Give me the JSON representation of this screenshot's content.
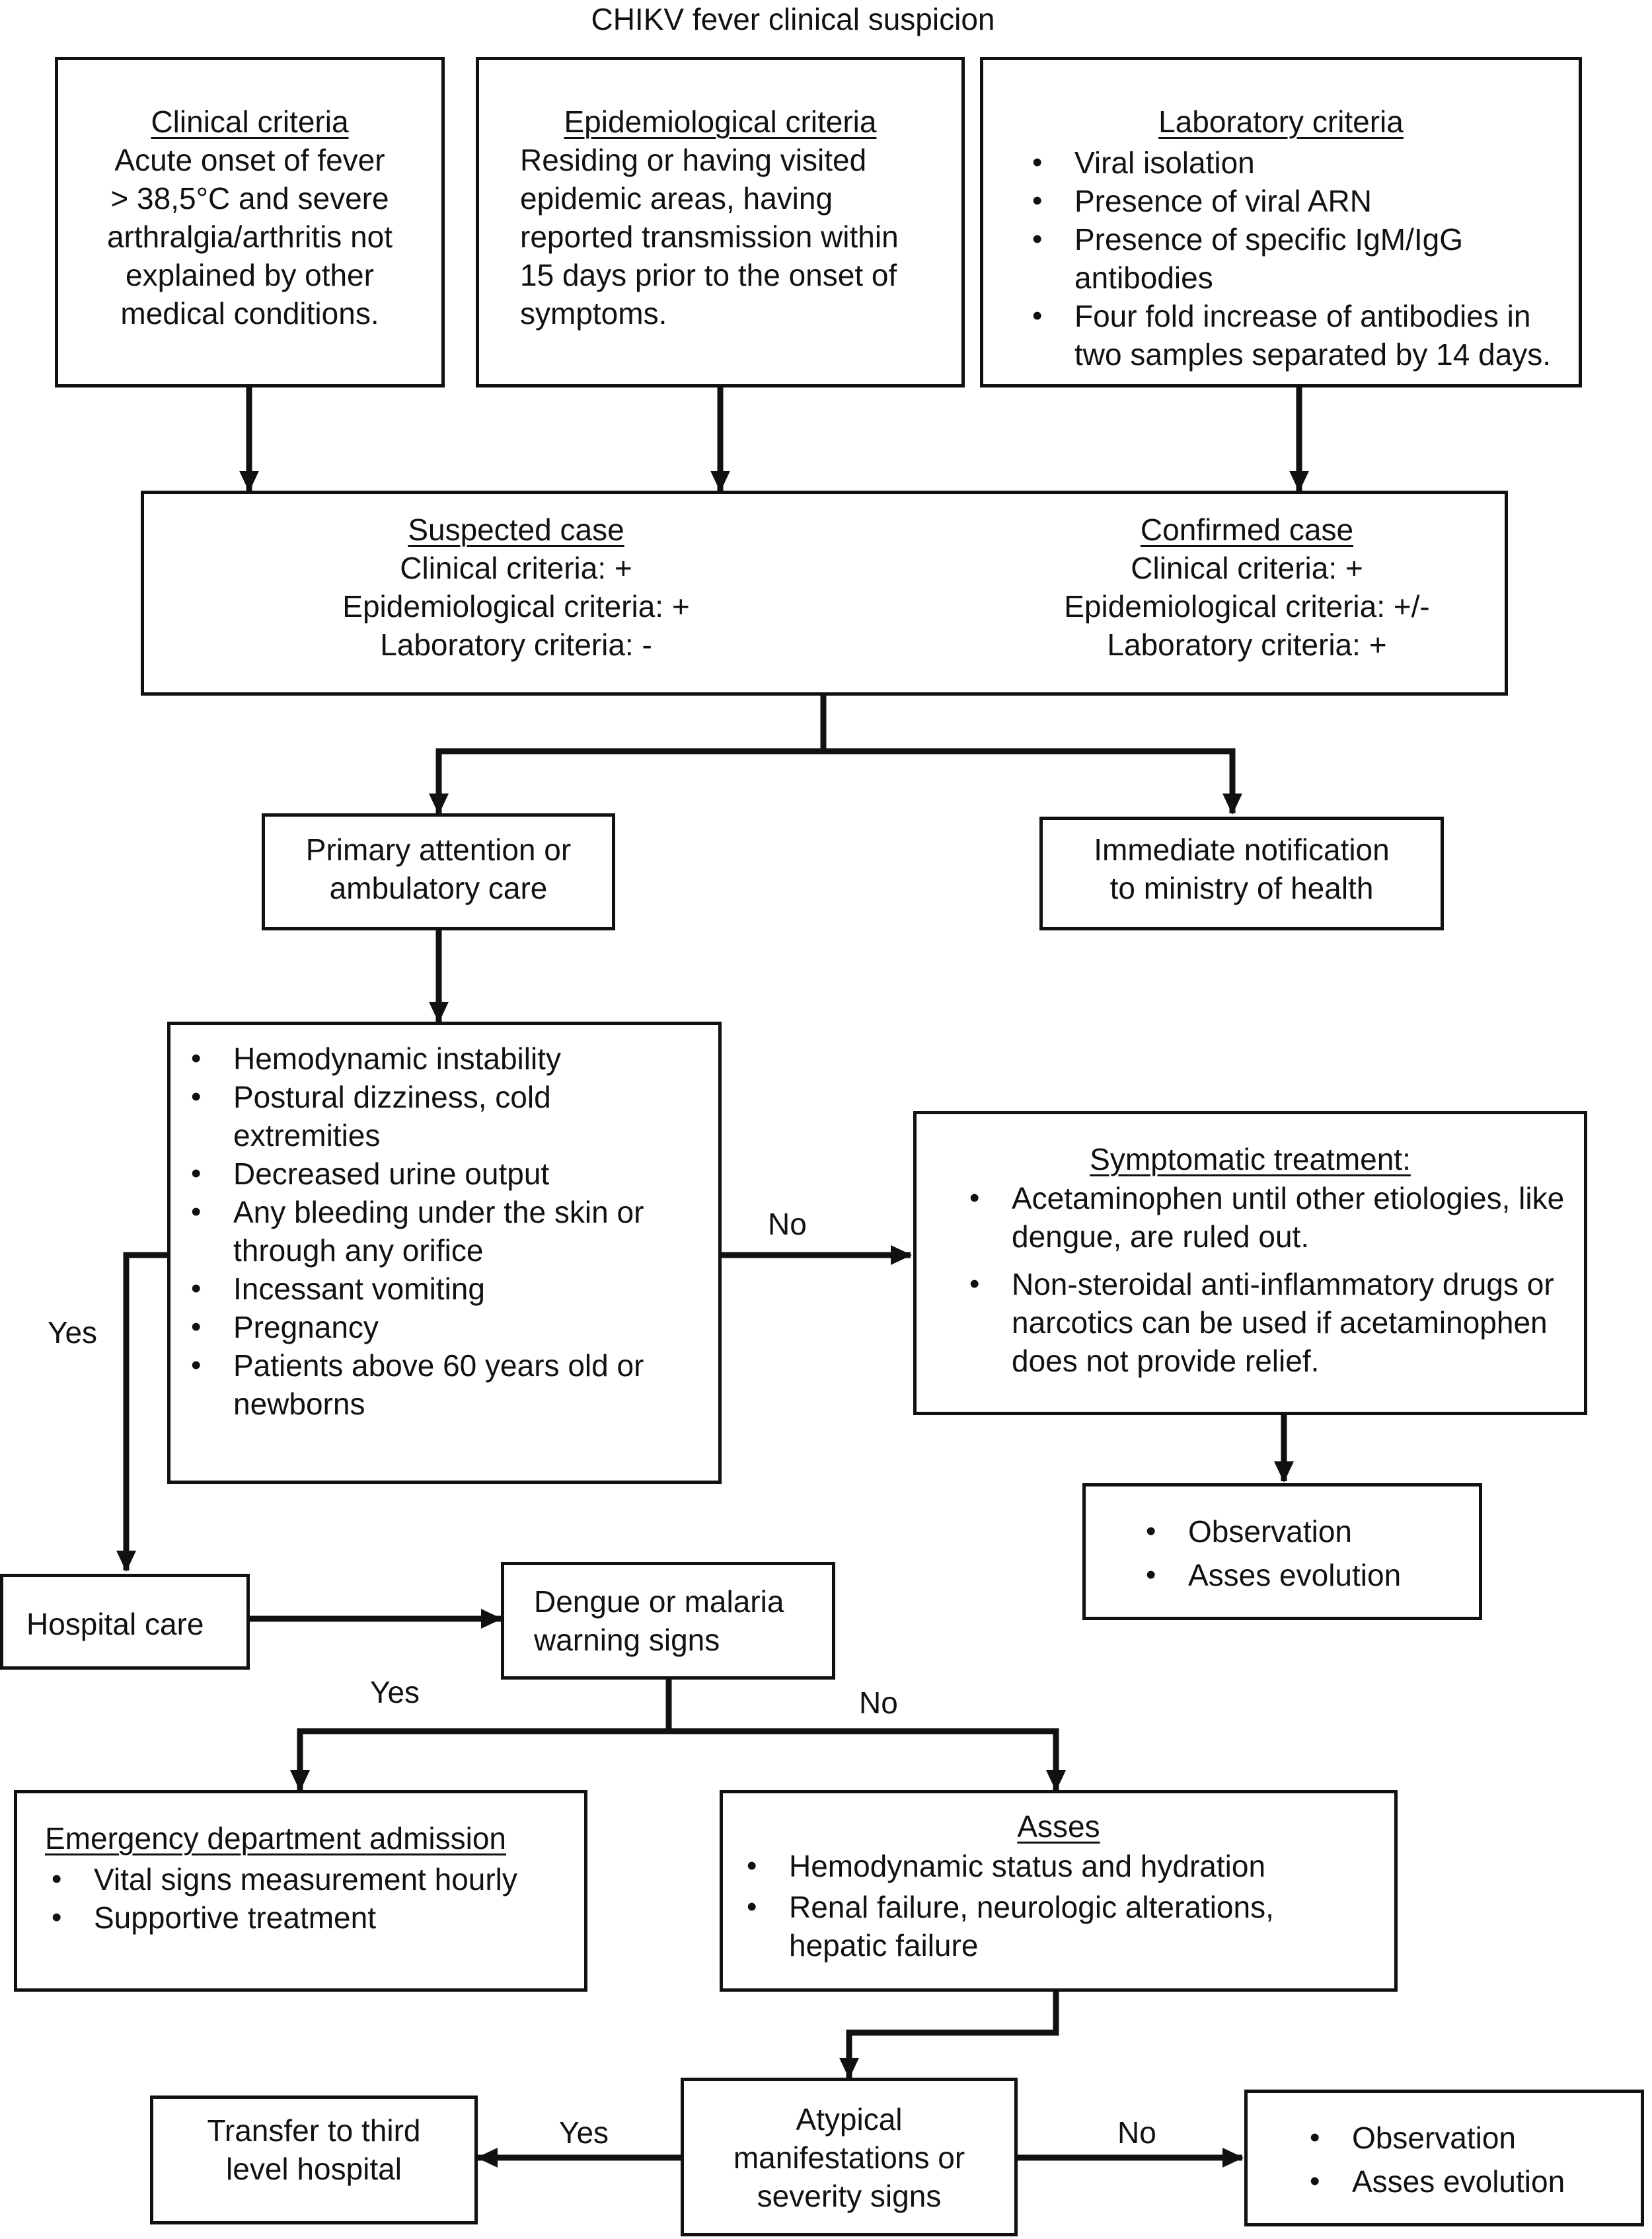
{
  "title": "CHIKV fever clinical suspicion",
  "criteria": {
    "clinical": {
      "heading": "Clinical criteria",
      "lines": [
        "Acute onset of fever",
        "> 38,5°C and severe",
        "arthralgia/arthritis not",
        "explained by other",
        "medical conditions."
      ]
    },
    "epidemiological": {
      "heading": "Epidemiological criteria",
      "lines": [
        "Residing or having visited",
        "epidemic areas, having",
        "reported transmission within",
        "15 days prior to the onset of",
        "symptoms."
      ]
    },
    "laboratory": {
      "heading": "Laboratory criteria",
      "items": [
        [
          "Viral isolation"
        ],
        [
          "Presence of viral ARN"
        ],
        [
          "Presence of specific IgM/IgG",
          "antibodies"
        ],
        [
          "Four fold increase of antibodies in",
          "two samples separated by 14 days."
        ]
      ]
    }
  },
  "case": {
    "suspected": {
      "heading": "Suspected case",
      "lines": [
        "Clinical criteria: +",
        "Epidemiological criteria: +",
        "Laboratory criteria: -"
      ]
    },
    "confirmed": {
      "heading": "Confirmed case",
      "lines": [
        "Clinical criteria: +",
        "Epidemiological criteria: +/-",
        "Laboratory criteria: +"
      ]
    }
  },
  "primary_attention": [
    "Primary attention or",
    "ambulatory care"
  ],
  "notification": [
    "Immediate notification",
    "to ministry of health"
  ],
  "warning_list": [
    [
      "Hemodynamic instability"
    ],
    [
      "Postural dizziness, cold",
      "extremities"
    ],
    [
      "Decreased urine output"
    ],
    [
      "Any bleeding under the skin or",
      "through any orifice"
    ],
    [
      "Incessant vomiting"
    ],
    [
      "Pregnancy"
    ],
    [
      "Patients above 60 years old or",
      "newborns"
    ]
  ],
  "symptomatic": {
    "heading": "Symptomatic treatment:",
    "items": [
      [
        "Acetaminophen until other etiologies, like",
        "dengue, are ruled out."
      ],
      [
        "Non-steroidal anti-inflammatory drugs or",
        "narcotics can be used if acetaminophen",
        "does not provide relief."
      ]
    ]
  },
  "observation_1": [
    "Observation",
    "Asses evolution"
  ],
  "hospital_care": "Hospital care",
  "dengue_malaria": [
    "Dengue or malaria",
    "warning signs"
  ],
  "emergency": {
    "heading": "Emergency department admission",
    "items": [
      "Vital signs measurement hourly",
      "Supportive treatment"
    ]
  },
  "asses": {
    "heading": "Asses",
    "items": [
      [
        "Hemodynamic status and hydration"
      ],
      [
        "Renal failure, neurologic alterations,",
        "hepatic failure"
      ]
    ]
  },
  "atypical": [
    "Atypical",
    "manifestations or",
    "severity signs"
  ],
  "transfer": [
    "Transfer to third",
    "level hospital"
  ],
  "observation_2": [
    "Observation",
    "Asses evolution"
  ],
  "edge_labels": {
    "warning_no": "No",
    "warning_yes": "Yes",
    "dengue_yes": "Yes",
    "dengue_no": "No",
    "atypical_yes": "Yes",
    "atypical_no": "No"
  }
}
